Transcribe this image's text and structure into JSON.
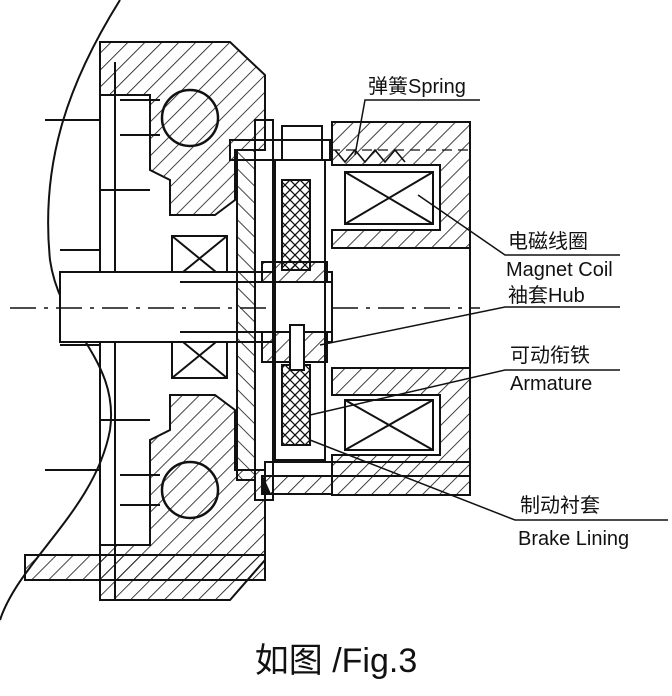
{
  "labels": {
    "spring": "弹簧Spring",
    "coil_cn": "电磁线圈",
    "coil_en": "Magnet Coil",
    "hub": "袖套Hub",
    "armature_cn": "可动衔铁",
    "armature_en": "Armature",
    "lining_cn": "制动衬套",
    "lining_en": "Brake Lining"
  },
  "caption": "如图 /Fig.3",
  "colors": {
    "ink": "#111111",
    "background": "#ffffff"
  }
}
